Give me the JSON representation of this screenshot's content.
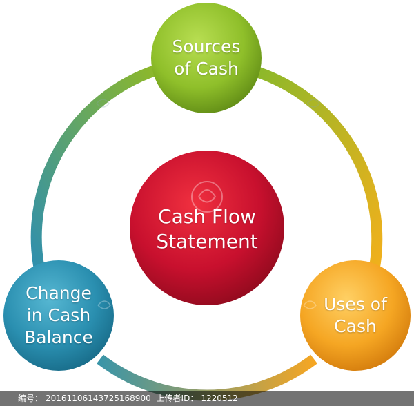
{
  "diagram": {
    "center": {
      "line1": "Cash Flow",
      "line2": "Statement",
      "color": "#c8102e"
    },
    "top": {
      "line1": "Sources",
      "line2": "of Cash",
      "color": "#8fbf2a"
    },
    "right": {
      "line1": "Uses of",
      "line2": "Cash",
      "color": "#f5a623"
    },
    "left": {
      "line1": "Change",
      "line2": "in Cash",
      "line3": "Balance",
      "color": "#2a8fb0"
    }
  },
  "footer": {
    "id_label": "编号：",
    "id_value": "20161106143725168900",
    "uploader_label": "上传者ID：",
    "uploader_value": "1220512"
  }
}
